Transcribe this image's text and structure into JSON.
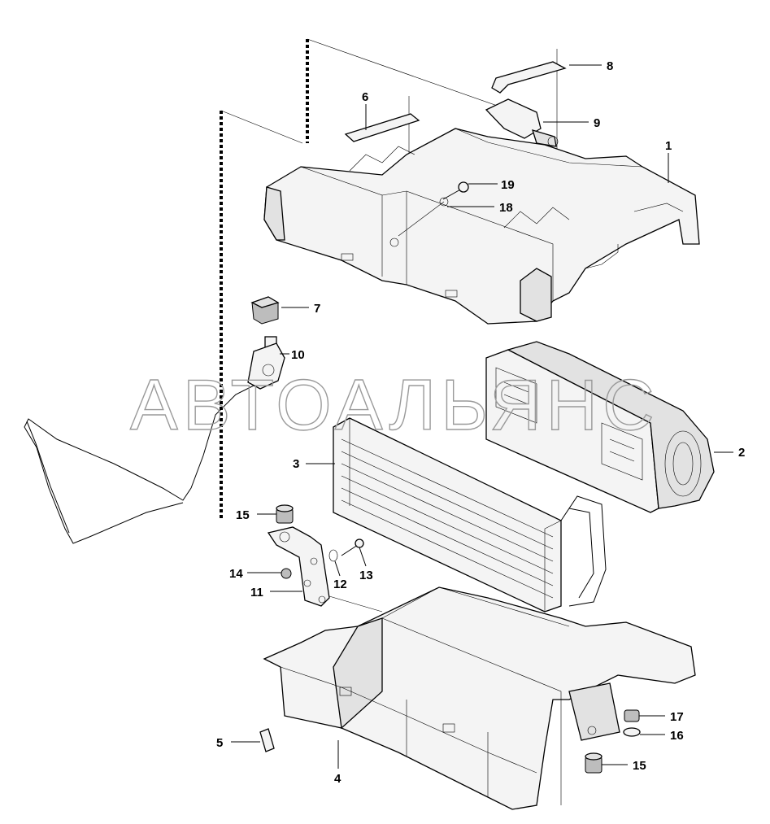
{
  "watermark": "АВТОАЛЬЯНС",
  "callouts": {
    "c1": "1",
    "c2": "2",
    "c3": "3",
    "c4": "4",
    "c5": "5",
    "c6": "6",
    "c7": "7",
    "c8": "8",
    "c9": "9",
    "c10": "10",
    "c11": "11",
    "c12": "12",
    "c13": "13",
    "c14": "14",
    "c15a": "15",
    "c15b": "15",
    "c16": "16",
    "c17": "17",
    "c18": "18",
    "c19": "19"
  }
}
